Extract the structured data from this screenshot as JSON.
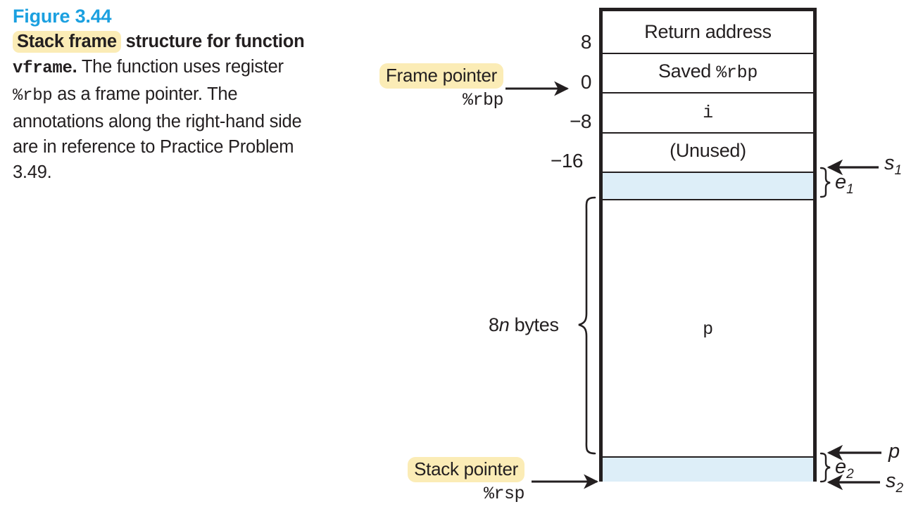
{
  "figure": {
    "number": "Figure 3.44",
    "caption_highlight": "Stack frame",
    "caption_bold_rest": " structure for function ",
    "caption_code": "vframe",
    "caption_after_code": ".",
    "caption_text": "The function uses register %rbp as a frame pointer. The annotations along the right-hand side are in reference to Practice Problem 3.49.",
    "caption_line_1": "The function uses register",
    "caption_line_2_code": "%rbp",
    "caption_line_2_rest": " as a frame pointer.",
    "caption_line_3": "The annotations along",
    "caption_line_4": "the right-hand side are",
    "caption_line_5": "in reference to Practice",
    "caption_line_6": "Problem 3.49."
  },
  "colors": {
    "heading": "#1ba0e0",
    "highlight": "#fbecb6",
    "band": "#ddeef8",
    "ink": "#231f20"
  },
  "stack": {
    "cells": [
      {
        "label": "Return address",
        "font": "sans",
        "filled": false
      },
      {
        "label": "Saved %rbp",
        "font": "mixed",
        "filled": false
      },
      {
        "label": "i",
        "font": "mono",
        "filled": false
      },
      {
        "label": "(Unused)",
        "font": "sans",
        "filled": false
      },
      {
        "label": "",
        "font": "sans",
        "filled": true
      },
      {
        "label": "p",
        "font": "mono",
        "filled": false
      },
      {
        "label": "",
        "font": "sans",
        "filled": true
      }
    ],
    "saved_rbp_prefix": "Saved ",
    "saved_rbp_reg": "%rbp",
    "offsets": [
      "8",
      "0",
      "−8",
      "−16"
    ],
    "size_label_prefix": "8",
    "size_label_italic": "n",
    "size_label_suffix": " bytes"
  },
  "pointers": [
    {
      "name": "Frame pointer",
      "register": "%rbp"
    },
    {
      "name": "Stack pointer",
      "register": "%rsp"
    }
  ],
  "annotations": [
    {
      "symbol": "e",
      "sub": "1"
    },
    {
      "symbol": "s",
      "sub": "1"
    },
    {
      "symbol": "e",
      "sub": "2"
    },
    {
      "symbol": "p",
      "sub": ""
    },
    {
      "symbol": "s",
      "sub": "2"
    }
  ]
}
